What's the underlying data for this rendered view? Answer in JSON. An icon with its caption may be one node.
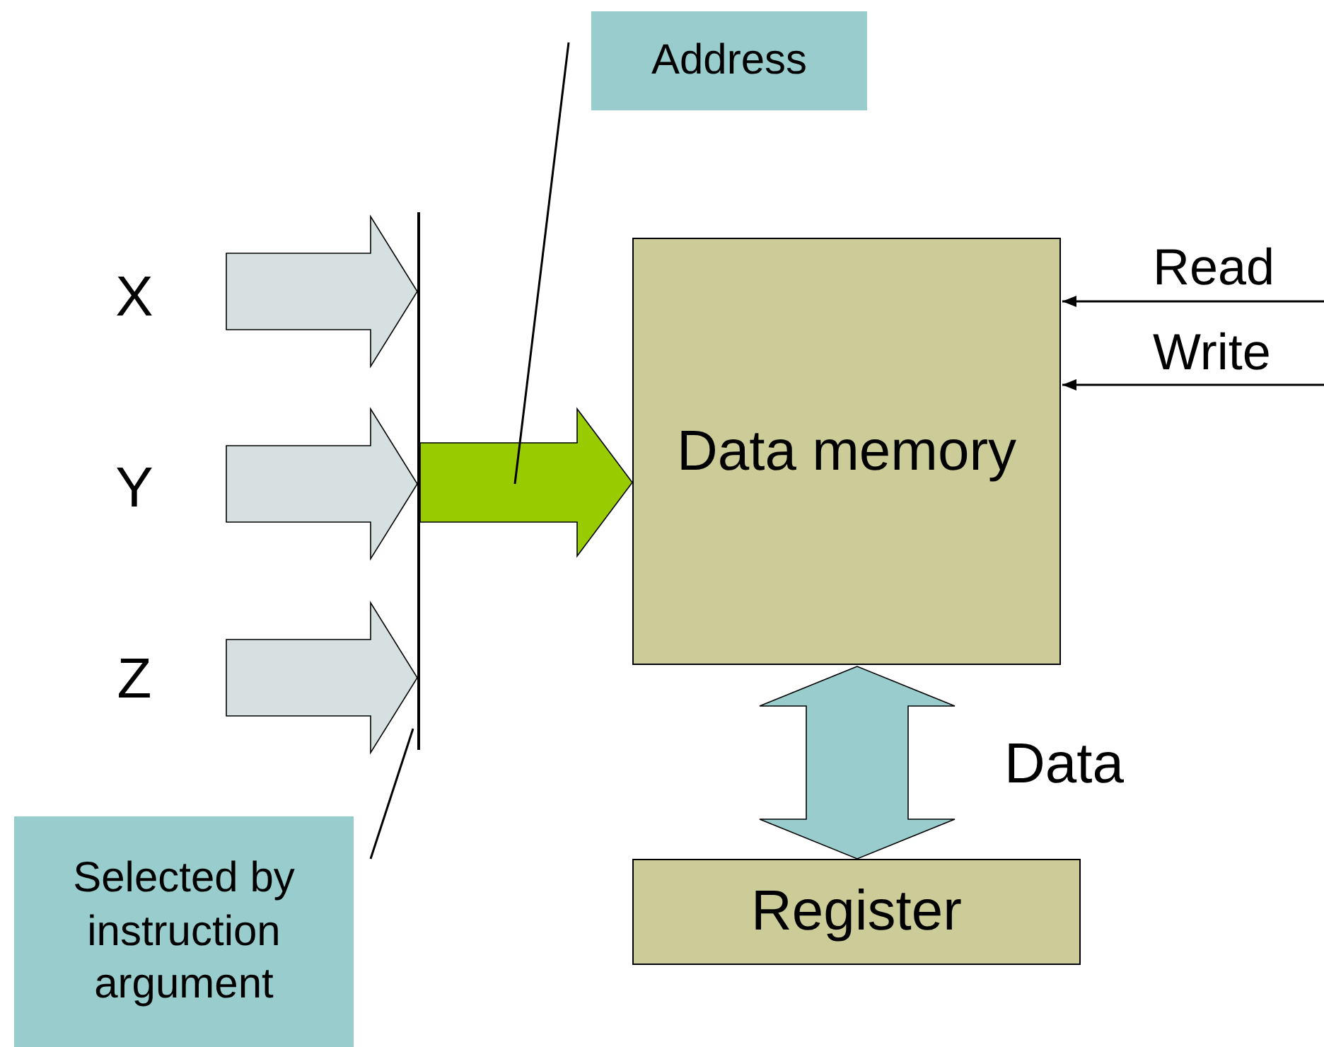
{
  "diagram": {
    "nodes": [
      {
        "text": [
          "Address"
        ]
      },
      {
        "text": [
          "X"
        ]
      },
      {
        "text": [
          "Y"
        ]
      },
      {
        "text": [
          "Z"
        ]
      },
      {
        "text": [],
        "shape": "bar"
      },
      {
        "text": [
          "Data memory"
        ]
      },
      {
        "text": [
          "Register"
        ]
      },
      {
        "text": [
          "Selected by instruction argument"
        ]
      }
    ],
    "edges": [
      {
        "from": 1,
        "to": 4,
        "arrow": "to",
        "style": "thick"
      },
      {
        "from": 2,
        "to": 4,
        "arrow": "to",
        "style": "thick"
      },
      {
        "from": 3,
        "to": 4,
        "arrow": "to",
        "style": "thick"
      },
      {
        "from": 4,
        "to": 5,
        "arrow": "to",
        "style": "thick",
        "color": "#99cc00"
      },
      {
        "from": null,
        "to": 5,
        "arrow": "to",
        "label": "Read"
      },
      {
        "from": null,
        "to": 5,
        "arrow": "to",
        "label": "Write"
      },
      {
        "from": 5,
        "to": 6,
        "arrow": "both",
        "style": "thick",
        "color": "#99cccc",
        "label": "Data"
      },
      {
        "from": 0,
        "to": null,
        "arrow": "none"
      },
      {
        "from": 7,
        "to": 4,
        "arrow": "none"
      }
    ]
  }
}
